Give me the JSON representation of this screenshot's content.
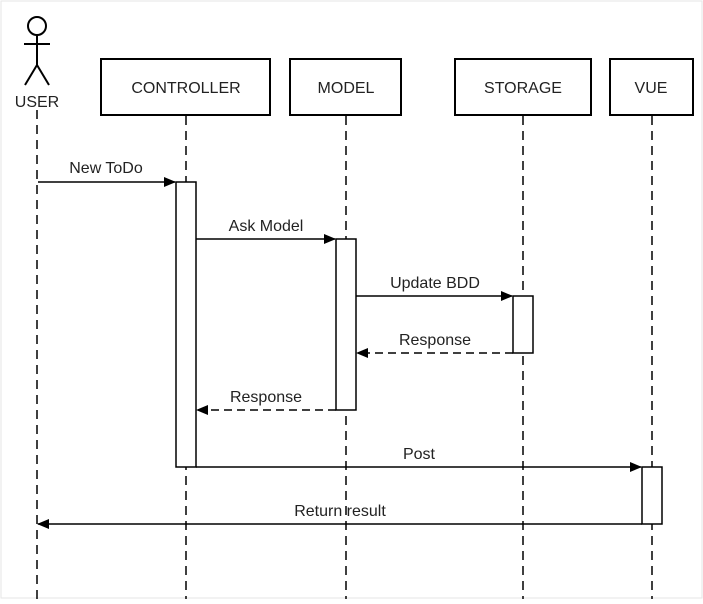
{
  "diagram": {
    "type": "sequence",
    "actor": {
      "id": "user",
      "label": "USER"
    },
    "participants": [
      {
        "id": "controller",
        "label": "CONTROLLER"
      },
      {
        "id": "model",
        "label": "MODEL"
      },
      {
        "id": "storage",
        "label": "STORAGE"
      },
      {
        "id": "vue",
        "label": "VUE"
      }
    ],
    "messages": [
      {
        "from": "user",
        "to": "controller",
        "label": "New ToDo",
        "style": "solid"
      },
      {
        "from": "controller",
        "to": "model",
        "label": "Ask Model",
        "style": "solid"
      },
      {
        "from": "model",
        "to": "storage",
        "label": "Update BDD",
        "style": "solid"
      },
      {
        "from": "storage",
        "to": "model",
        "label": "Response",
        "style": "dashed"
      },
      {
        "from": "model",
        "to": "controller",
        "label": "Response",
        "style": "dashed"
      },
      {
        "from": "controller",
        "to": "vue",
        "label": "Post",
        "style": "solid"
      },
      {
        "from": "vue",
        "to": "user",
        "label": "Return result",
        "style": "solid"
      }
    ]
  }
}
